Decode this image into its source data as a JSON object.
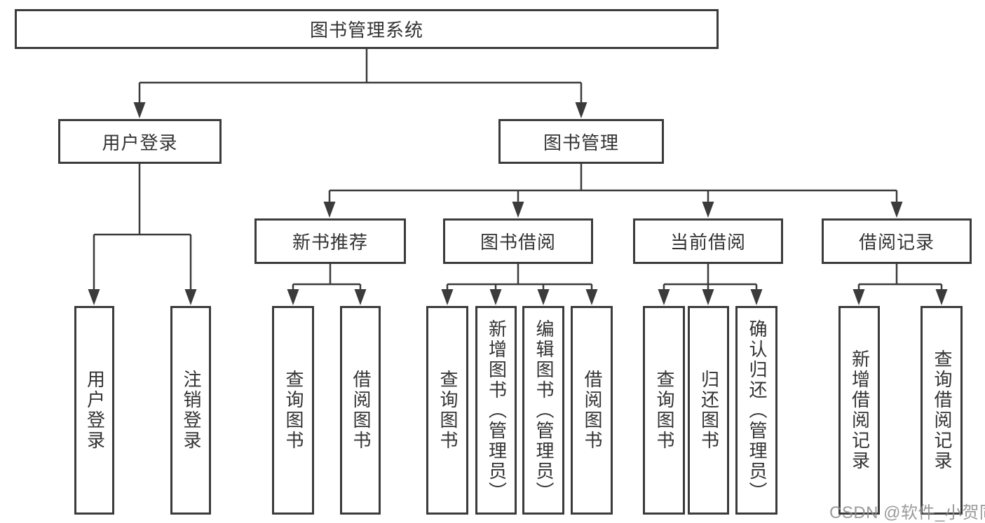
{
  "watermark": "CSDN @软件_小贺同学",
  "colors": {
    "line": "#3b3b3b",
    "border": "#3b3b3b",
    "text": "#333333",
    "background": "#ffffff",
    "watermark": "#8c8c8c"
  },
  "tree": {
    "label": "图书管理系统",
    "children": [
      {
        "label": "用户登录",
        "children": [
          {
            "label": "用户登录"
          },
          {
            "label": "注销登录"
          }
        ]
      },
      {
        "label": "图书管理",
        "children": [
          {
            "label": "新书推荐",
            "children": [
              {
                "label": "查询图书"
              },
              {
                "label": "借阅图书"
              }
            ]
          },
          {
            "label": "图书借阅",
            "children": [
              {
                "label": "查询图书"
              },
              {
                "label": "新增图书（管理员）"
              },
              {
                "label": "编辑图书（管理员）"
              },
              {
                "label": "借阅图书"
              }
            ]
          },
          {
            "label": "当前借阅",
            "children": [
              {
                "label": "查询图书"
              },
              {
                "label": "归还图书"
              },
              {
                "label": "确认归还（管理员）"
              }
            ]
          },
          {
            "label": "借阅记录",
            "children": [
              {
                "label": "新增借阅记录"
              },
              {
                "label": "查询借阅记录"
              }
            ]
          }
        ]
      }
    ]
  }
}
